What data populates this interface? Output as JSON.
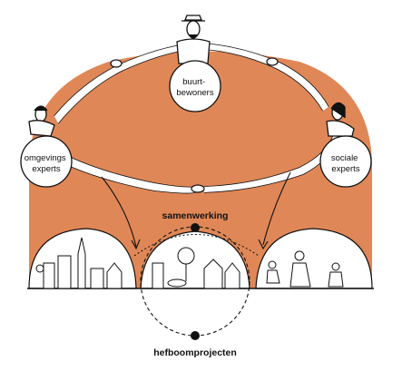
{
  "labels": {
    "center_top": [
      "buurt-",
      "bewoners"
    ],
    "left_circle": [
      "omgevings",
      "experts"
    ],
    "right_circle": [
      "sociale",
      "experts"
    ],
    "samenwerking": "samenwerking",
    "hefboomprojecten": "hefboomprojecten"
  },
  "colors": {
    "orange": "#E08757",
    "black": "#111111",
    "white": "#FFFFFF"
  }
}
